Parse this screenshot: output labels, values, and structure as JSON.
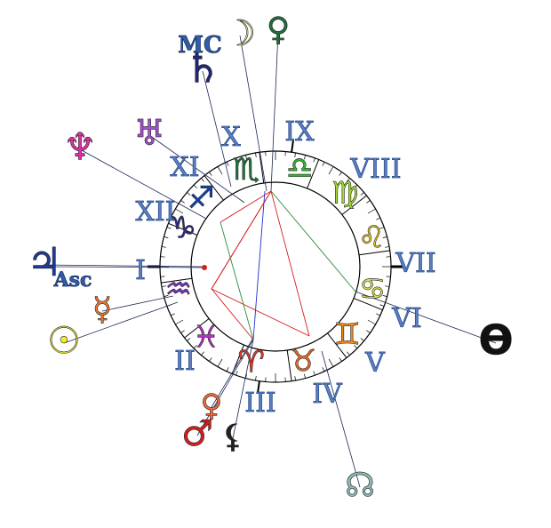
{
  "houses": [
    "I",
    "II",
    "III",
    "IV",
    "V",
    "VI",
    "VII",
    "VIII",
    "IX",
    "X",
    "XI",
    "XII"
  ],
  "points": {
    "asc": "Asc",
    "mc": "MC"
  },
  "signs": [
    {
      "name": "aries",
      "glyph": "♈",
      "color": "#e53a2e"
    },
    {
      "name": "taurus",
      "glyph": "♉",
      "color": "#e86a2c"
    },
    {
      "name": "gemini",
      "glyph": "♊",
      "color": "#ee8a1e"
    },
    {
      "name": "cancer",
      "glyph": "♋",
      "color": "#dbe04a"
    },
    {
      "name": "leo",
      "glyph": "♌",
      "color": "#f1d21e"
    },
    {
      "name": "virgo",
      "glyph": "♍",
      "color": "#a6de2c"
    },
    {
      "name": "libra",
      "glyph": "♎",
      "color": "#33b82b"
    },
    {
      "name": "scorpio",
      "glyph": "♏",
      "color": "#1f7a3c"
    },
    {
      "name": "sagittarius",
      "glyph": "♐",
      "color": "#1444b0"
    },
    {
      "name": "capricorn",
      "glyph": "♑",
      "color": "#2c2f86"
    },
    {
      "name": "aquarius",
      "glyph": "♒",
      "color": "#7a2fc0"
    },
    {
      "name": "pisces",
      "glyph": "♓",
      "color": "#b82fc8"
    }
  ],
  "planets": [
    {
      "name": "saturn",
      "glyph": "♄",
      "color": "#1f2580"
    },
    {
      "name": "moon",
      "glyph": "☽",
      "color": "#eef0a6"
    },
    {
      "name": "pluto",
      "glyph": "♀",
      "color": "#1f6e3a"
    },
    {
      "name": "uranus",
      "glyph": "♅",
      "color": "#a64fd0"
    },
    {
      "name": "neptune",
      "glyph": "♆",
      "color": "#e02fa6"
    },
    {
      "name": "jupiter",
      "glyph": "♃",
      "color": "#1d3a99"
    },
    {
      "name": "mercury",
      "glyph": "☿",
      "color": "#f07a2c"
    },
    {
      "name": "sun",
      "glyph": "☉",
      "color": "#f4ee2a"
    },
    {
      "name": "chiron",
      "glyph": "ϴ",
      "color": "#111111"
    },
    {
      "name": "node",
      "glyph": "☊",
      "color": "#8fb8b8"
    },
    {
      "name": "venus",
      "glyph": "♀",
      "color": "#f06a3a"
    },
    {
      "name": "mars",
      "glyph": "♂",
      "color": "#d41e1e"
    },
    {
      "name": "lilith",
      "glyph": "⚸",
      "color": "#222222"
    }
  ]
}
